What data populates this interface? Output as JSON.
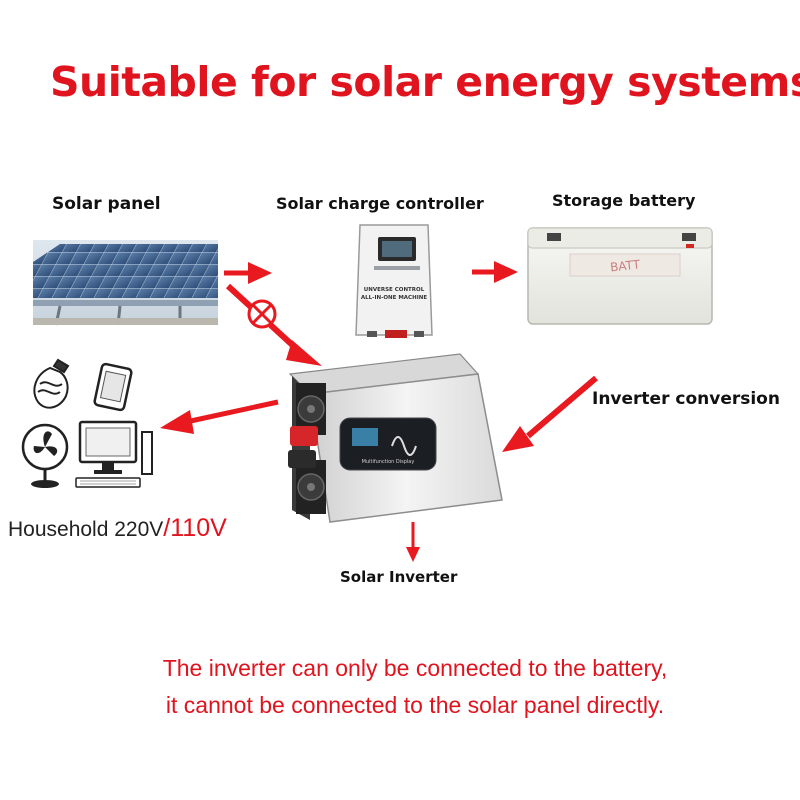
{
  "title": "Suitable for solar energy systems",
  "labels": {
    "solar_panel": "Solar panel",
    "charge_controller": "Solar charge controller",
    "storage_battery": "Storage battery",
    "inverter_conversion": "Inverter conversion",
    "solar_inverter": "Solar Inverter"
  },
  "household": {
    "prefix": "Household 220V",
    "alt_voltage": "/110V"
  },
  "controller_text": {
    "line1": "UNVERSE CONTROL",
    "line2": "ALL-IN-ONE MACHINE"
  },
  "inverter_display_text": "Multifunction Display",
  "note": {
    "line1": "The inverter can only be connected to the battery,",
    "line2": "it cannot be connected to the solar panel directly."
  },
  "colors": {
    "accent_red": "#e0141e",
    "arrow_red": "#e8191f",
    "text_dark": "#111111"
  },
  "icons": [
    "lightbulb-icon",
    "smartphone-icon",
    "fan-icon",
    "desktop-computer-icon",
    "prohibited-icon"
  ]
}
